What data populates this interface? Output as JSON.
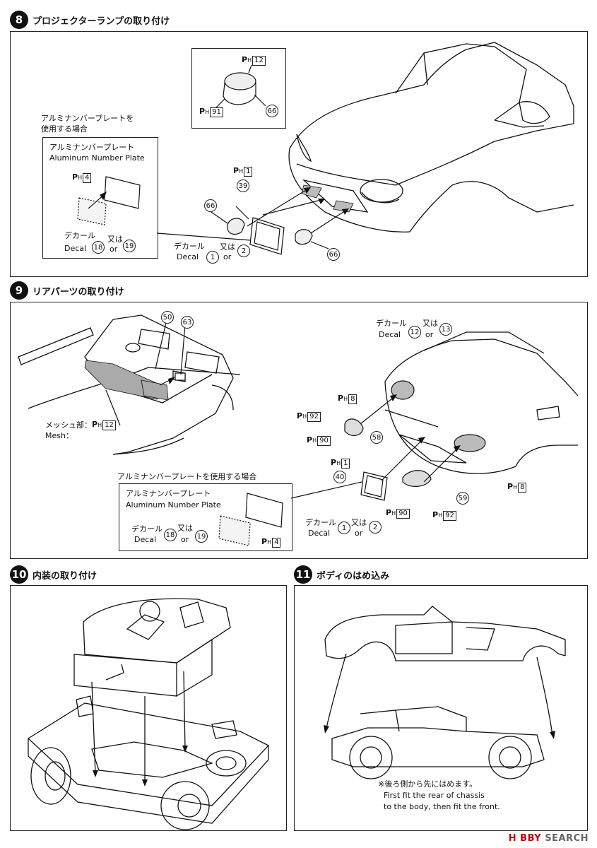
{
  "steps": [
    {
      "num": "8",
      "title": "プロジェクターランプの取り付け"
    },
    {
      "num": "9",
      "title": "リアパーツの取り付け"
    },
    {
      "num": "10",
      "title": "内装の取り付け"
    },
    {
      "num": "11",
      "title": "ボディのはめ込み"
    }
  ],
  "ph_prefix": "P",
  "ph_sub": "H",
  "s8": {
    "plate_caption_line1": "アルミナンバープレートを",
    "plate_caption_line2": "使用する場合",
    "plate_jp": "アルミナンバープレート",
    "plate_en": "Aluminum Number Plate",
    "ph4": "4",
    "decal_jp": "デカール",
    "decal_en": "Decal",
    "or_jp": "又は",
    "or_en": "or",
    "d18": "18",
    "d19": "19",
    "ph12": "12",
    "ph91": "91",
    "p66": "66",
    "ph1": "1",
    "p39": "39",
    "d1": "1",
    "d2": "2"
  },
  "s9": {
    "p50": "50",
    "p63": "63",
    "mesh_jp": "メッシュ部：",
    "mesh_en": "Mesh：",
    "ph12": "12",
    "decal_jp": "デカール",
    "decal_en": "Decal",
    "or_jp": "又は",
    "or_en": "or",
    "d12": "12",
    "d13": "13",
    "ph8": "8",
    "ph92": "92",
    "ph90": "90",
    "p58": "58",
    "ph1": "1",
    "p40": "40",
    "p59": "59",
    "plate_caption": "アルミナンバープレートを使用する場合",
    "plate_jp": "アルミナンバープレート",
    "plate_en": "Aluminum Number Plate",
    "d18": "18",
    "d19": "19",
    "ph4": "4",
    "d1": "1",
    "d2": "2"
  },
  "s11": {
    "note_jp": "※後ろ側から先にはめます。",
    "note_en1": "First fit the rear of chassis",
    "note_en2": "to the body, then fit the front."
  },
  "watermark": {
    "brand": "H BBY",
    "suffix": "SEARCH"
  }
}
